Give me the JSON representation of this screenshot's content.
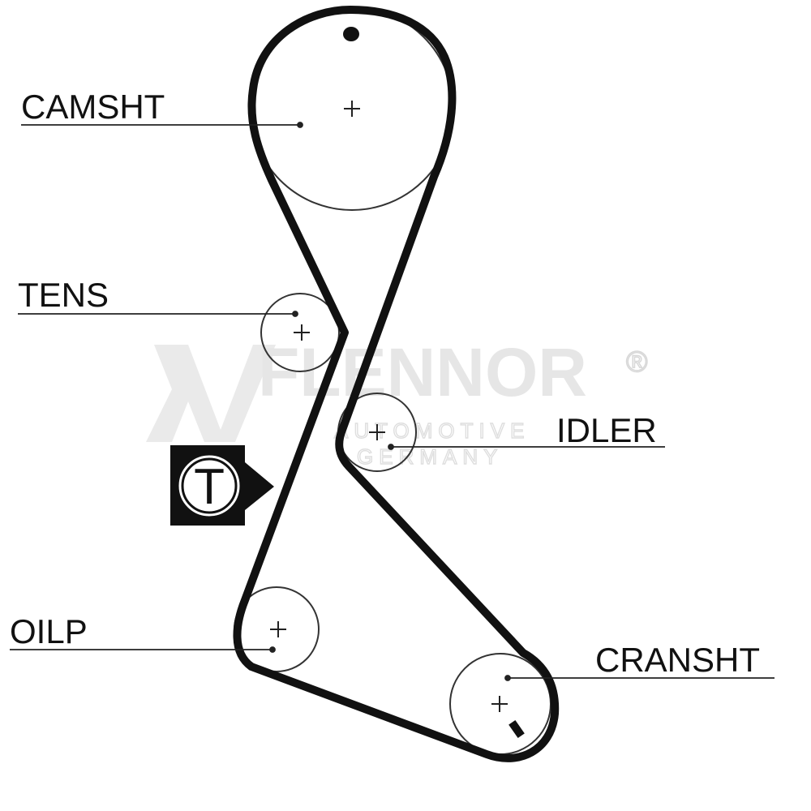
{
  "labels": {
    "camshaft": "CAMSHT",
    "tensioner": "TENS",
    "idler": "IDLER",
    "oil_pump": "OILP",
    "crankshaft": "CRANSHT"
  },
  "tension_marker": "T",
  "watermark": {
    "brand": "FLENNOR",
    "registered": "®",
    "line1": "AUTOMOTIVE",
    "line2": "GERMANY"
  },
  "colors": {
    "belt": "#111111",
    "pulley": "#333333",
    "watermark": "#e0e0e0"
  }
}
